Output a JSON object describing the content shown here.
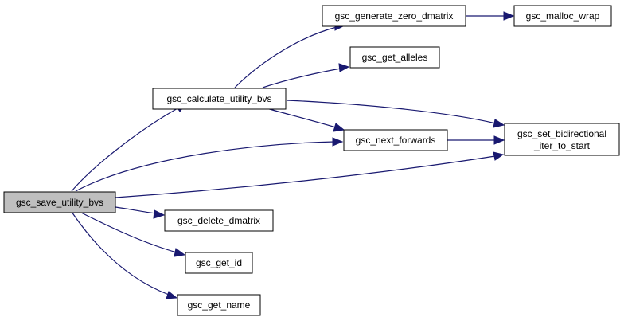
{
  "graph": {
    "colors": {
      "edge": "#191970",
      "node_border": "#000000",
      "node_fill": "#ffffff",
      "root_fill": "#bfbfbf"
    },
    "nodes": {
      "save_utility_bvs": "gsc_save_utility_bvs",
      "calculate_utility_bvs": "gsc_calculate_utility_bvs",
      "generate_zero_dmatrix": "gsc_generate_zero_dmatrix",
      "malloc_wrap": "gsc_malloc_wrap",
      "get_alleles": "gsc_get_alleles",
      "next_forwards": "gsc_next_forwards",
      "set_bidirectional_iter_to_start": [
        "gsc_set_bidirectional",
        "_iter_to_start"
      ],
      "delete_dmatrix": "gsc_delete_dmatrix",
      "get_id": "gsc_get_id",
      "get_name": "gsc_get_name"
    }
  }
}
